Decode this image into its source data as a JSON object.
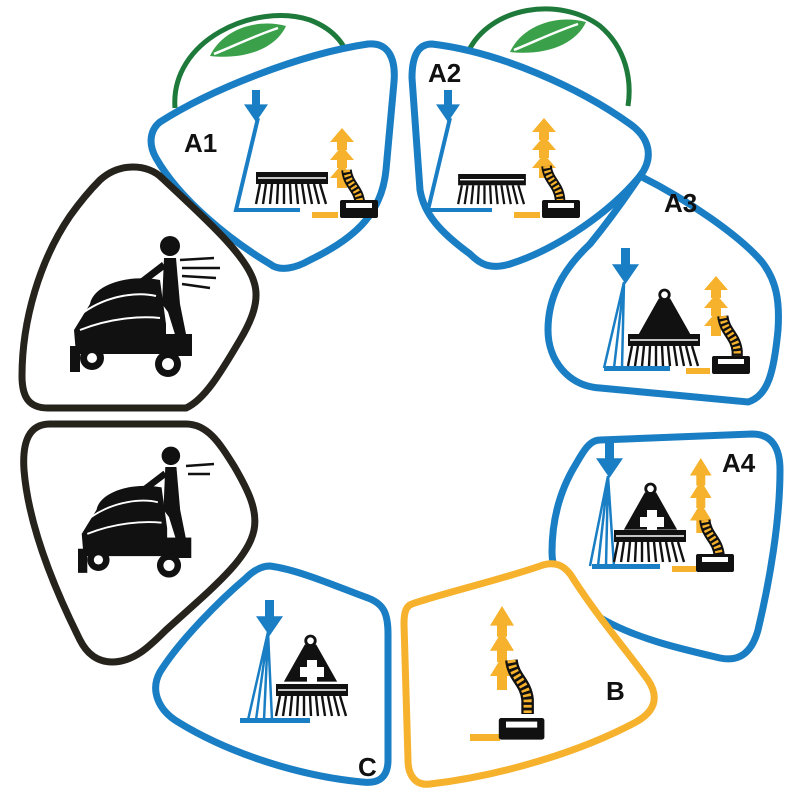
{
  "colors": {
    "blue": "#1a7ec4",
    "yellow": "#f6b22c",
    "green": "#1e7a3a",
    "leaf": "#3aa049",
    "dark": "#26221c",
    "black": "#111111",
    "white": "#ffffff"
  },
  "segments": [
    {
      "id": "A1",
      "label": "A1",
      "color": "blue"
    },
    {
      "id": "A2",
      "label": "A2",
      "color": "blue"
    },
    {
      "id": "A3",
      "label": "A3",
      "color": "blue"
    },
    {
      "id": "A4",
      "label": "A4",
      "color": "blue"
    },
    {
      "id": "B",
      "label": "B",
      "color": "yellow"
    },
    {
      "id": "C",
      "label": "C",
      "color": "blue"
    },
    {
      "id": "drive-upper",
      "label": "",
      "color": "dark"
    },
    {
      "id": "drive-lower",
      "label": "",
      "color": "dark"
    }
  ],
  "icons": {
    "eco": "leaf-icon",
    "water": "water-drop-icon",
    "brush": "brush-deck-icon",
    "weight": "brush-pressure-icon",
    "extra": "extra-pressure-plus-icon",
    "vacuum": "vacuum-hose-icon",
    "suction": "suction-arrow-icon",
    "tank": "recovery-tank-icon",
    "machine": "scrubber-dryer-machine-icon",
    "operator": "operator-icon",
    "speed": "speed-lines-icon"
  }
}
